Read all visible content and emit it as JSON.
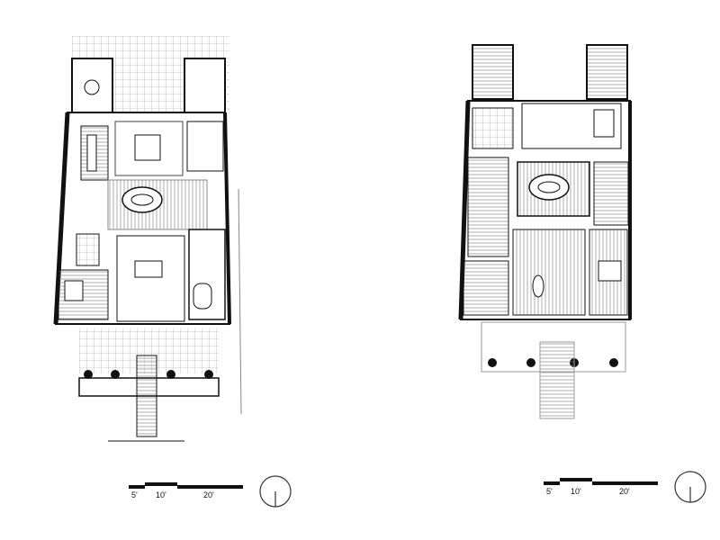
{
  "plans": [
    {
      "name": "left-floor-plan",
      "scale_bar": {
        "labels": [
          "5'",
          "10'",
          "20'"
        ]
      }
    },
    {
      "name": "right-floor-plan",
      "scale_bar": {
        "labels": [
          "5'",
          "10'",
          "20'"
        ]
      }
    }
  ],
  "colors": {
    "ink": "#111111",
    "paper": "#ffffff",
    "grid": "#9a9a9a"
  }
}
